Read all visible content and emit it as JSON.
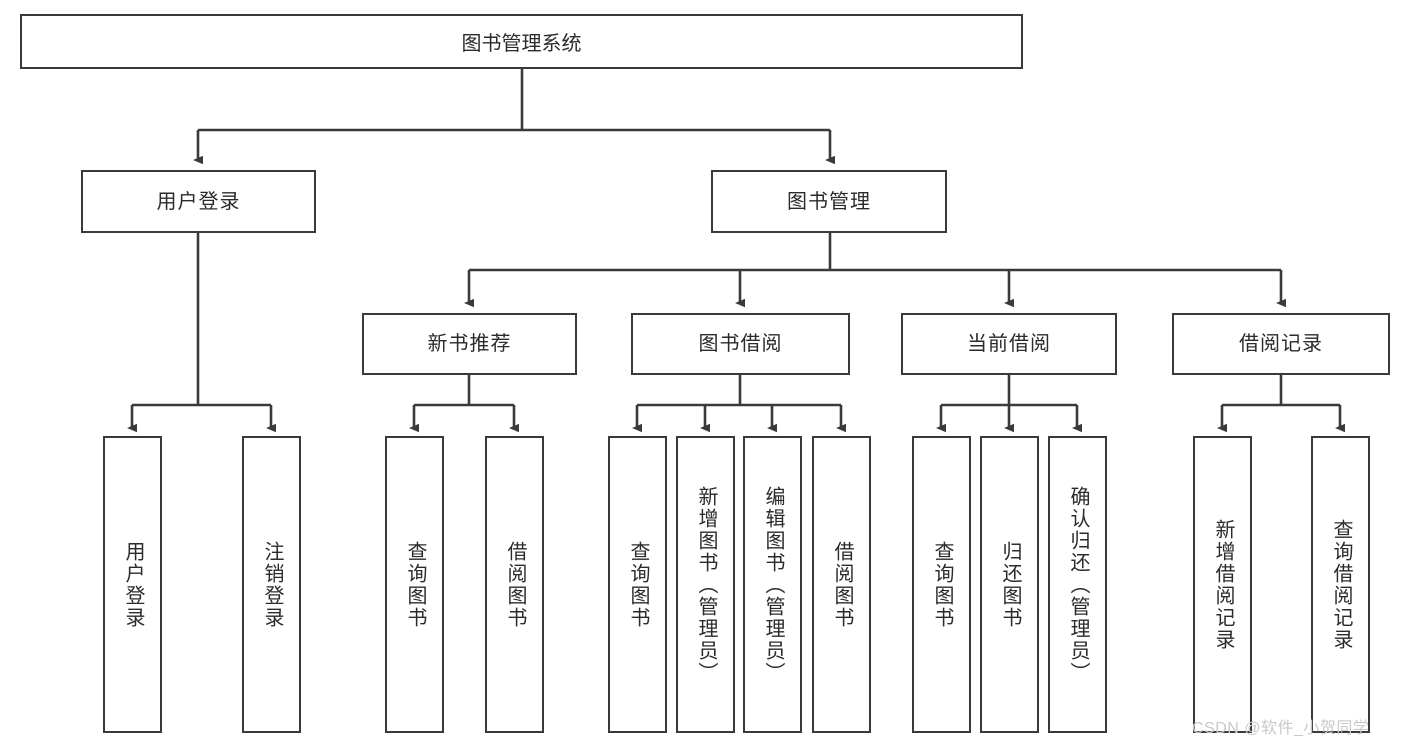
{
  "diagram": {
    "title": "图书管理系统",
    "type": "tree-hierarchy-diagram",
    "background_color": "#ffffff",
    "border_color": "#3a3a3a",
    "text_color": "#2b2b2b",
    "nodes": {
      "root": {
        "label": "图书管理系统"
      },
      "level2": [
        {
          "id": "user-login",
          "label": "用户登录"
        },
        {
          "id": "book-manage",
          "label": "图书管理"
        }
      ],
      "level3": [
        {
          "id": "new-book-recommend",
          "label": "新书推荐"
        },
        {
          "id": "book-borrow",
          "label": "图书借阅"
        },
        {
          "id": "current-borrow",
          "label": "当前借阅"
        },
        {
          "id": "borrow-record",
          "label": "借阅记录"
        }
      ],
      "leaves": {
        "user_login": [
          {
            "id": "leaf-user-login",
            "label": "用户登录"
          },
          {
            "id": "leaf-logout-login",
            "label": "注销登录"
          }
        ],
        "new_book_recommend": [
          {
            "id": "leaf-query-book-1",
            "label": "查询图书"
          },
          {
            "id": "leaf-borrow-book-1",
            "label": "借阅图书"
          }
        ],
        "book_borrow": [
          {
            "id": "leaf-query-book-2",
            "label": "查询图书"
          },
          {
            "id": "leaf-add-book",
            "label": "新增图书（管理员）"
          },
          {
            "id": "leaf-edit-book",
            "label": "编辑图书（管理员）"
          },
          {
            "id": "leaf-borrow-book-2",
            "label": "借阅图书"
          }
        ],
        "current_borrow": [
          {
            "id": "leaf-query-book-3",
            "label": "查询图书"
          },
          {
            "id": "leaf-return-book",
            "label": "归还图书"
          },
          {
            "id": "leaf-confirm-return",
            "label": "确认归还（管理员）"
          }
        ],
        "borrow_record": [
          {
            "id": "leaf-add-record",
            "label": "新增借阅记录"
          },
          {
            "id": "leaf-query-record",
            "label": "查询借阅记录"
          }
        ]
      }
    }
  },
  "watermark": {
    "text": "CSDN @软件_小贺同学",
    "color": "#c9c9c9"
  }
}
